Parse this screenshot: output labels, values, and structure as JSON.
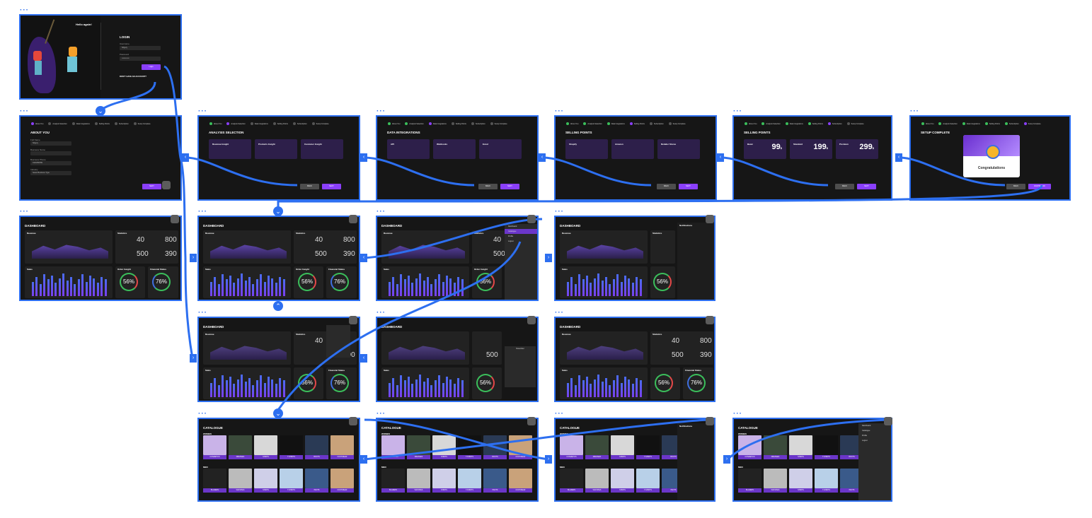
{
  "login": {
    "greeting": "Hello again!",
    "title": "LOGIN",
    "label_username": "Username",
    "value_username": "Sdgery",
    "label_password": "Password",
    "value_password": "••••••••••••",
    "login_button": "Login",
    "signup_link": "DON'T HAVE AN ACCOUNT?"
  },
  "stepper": [
    "About You",
    "Analysis Selection",
    "Data Integrations",
    "Selling Points",
    "Subscription",
    "Setup Complete"
  ],
  "about": {
    "title": "ABOUT YOU",
    "fields": [
      {
        "label": "Full Name",
        "value": "Sdgery"
      },
      {
        "label": "Business Name",
        "value": ""
      },
      {
        "label": "Business Phone",
        "value": "0123456789"
      },
      {
        "label": "Industry",
        "value": "Select Business Type"
      }
    ],
    "next": "NEXT"
  },
  "analysis": {
    "title": "ANALYSIS SELECTION",
    "cards": [
      "Revenue Insight",
      "Products Insight",
      "Customer Insight"
    ],
    "back": "BACK",
    "next": "NEXT"
  },
  "integrations": {
    "title": "DATA INTEGRATIONS",
    "cards": [
      "API",
      "Webhooks",
      "Excel"
    ],
    "back": "BACK",
    "next": "NEXT"
  },
  "selling": {
    "title": "SELLING POINTS",
    "cards": [
      "Shopify",
      "Amazon",
      "Retailer Stores"
    ],
    "back": "BACK",
    "next": "NEXT"
  },
  "subscription": {
    "title": "SELLING POINTS",
    "plans": [
      {
        "name": "Basic",
        "price": "99"
      },
      {
        "name": "Standard",
        "price": "199"
      },
      {
        "name": "Premium",
        "price": "299"
      }
    ],
    "currency": "$",
    "back": "BACK",
    "next": "NEXT"
  },
  "complete": {
    "title": "SETUP COMPLETE",
    "message": "Congratulations",
    "back": "BACK",
    "finish": "DASHBOARD"
  },
  "dashboard": {
    "title": "DASHBOARD",
    "revenue": "Revenue",
    "statistics": "Statistics",
    "sales": "Sales",
    "order_insight": "Order Insight",
    "financial_status": "Financial Status",
    "stat_values": [
      "40",
      "800",
      "500",
      "390"
    ],
    "order_pct": "56%",
    "finance_pct": "76%",
    "menu": [
      "Dashboard",
      "Catalogue",
      "Profile",
      "Logout"
    ],
    "notifications_title": "Notifications",
    "calendar_title": "November"
  },
  "catalogue": {
    "title": "CATALOGUE",
    "women": "WOMEN",
    "men": "MEN",
    "women_items": [
      "COSMETICS",
      "DRESSES",
      "SHIRTS",
      "T-SHIRTS",
      "BOOTS",
      "FOOTWEAR"
    ],
    "men_items": [
      "BLAZERS",
      "WATCHES",
      "SHIRTS",
      "T-SHIRTS",
      "PANTS",
      "FOOTWEAR"
    ]
  },
  "colors": {
    "frame_border": "#2d6ff0",
    "accent": "#8a3ffc",
    "connector": "#2d6ff0",
    "background": "#161616"
  }
}
